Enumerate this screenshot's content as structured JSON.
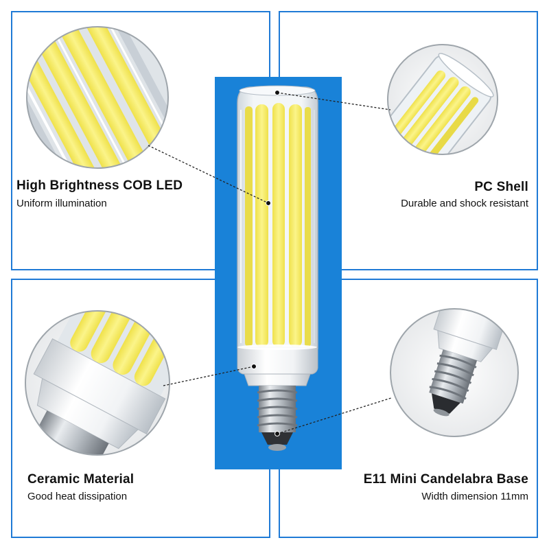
{
  "colors": {
    "panel_border": "#1f7ad6",
    "center_background": "#1982d8",
    "cob_yellow": "#f7ec5a",
    "shell_white": "#eef1f4",
    "base_metal": "#b9bec4"
  },
  "features": {
    "cob_led": {
      "title": "High Brightness COB LED",
      "subtitle": "Uniform illumination"
    },
    "pc_shell": {
      "title": "PC Shell",
      "subtitle": "Durable and shock resistant"
    },
    "ceramic": {
      "title": "Ceramic Material",
      "subtitle": "Good heat dissipation"
    },
    "base": {
      "title": "E11 Mini Candelabra Base",
      "subtitle": "Width dimension 11mm"
    }
  }
}
